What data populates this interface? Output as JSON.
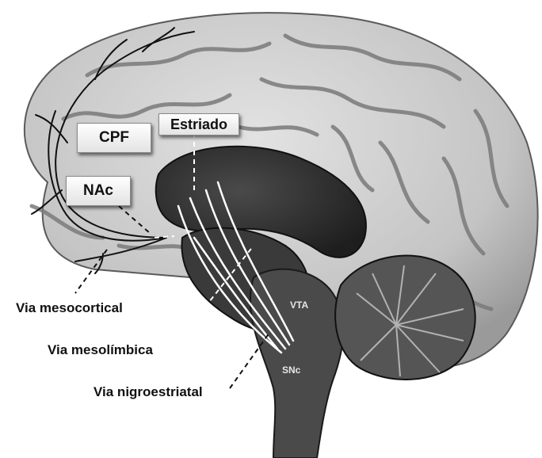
{
  "labels": {
    "cpf": "CPF",
    "estriado": "Estriado",
    "nac": "NAc",
    "vta": "VTA",
    "snc": "SNc"
  },
  "pathways": {
    "mesocortical": "Via mesocortical",
    "mesolimbica": "Via mesolímbica",
    "nigroestriatal": "Via nigroestriatal"
  },
  "colors": {
    "cortex": "#cfcfcf",
    "deep_structures": "#2f2f2f",
    "mesocortical_fibers": "#111111",
    "subcortical_fibers": "#ffffff"
  }
}
